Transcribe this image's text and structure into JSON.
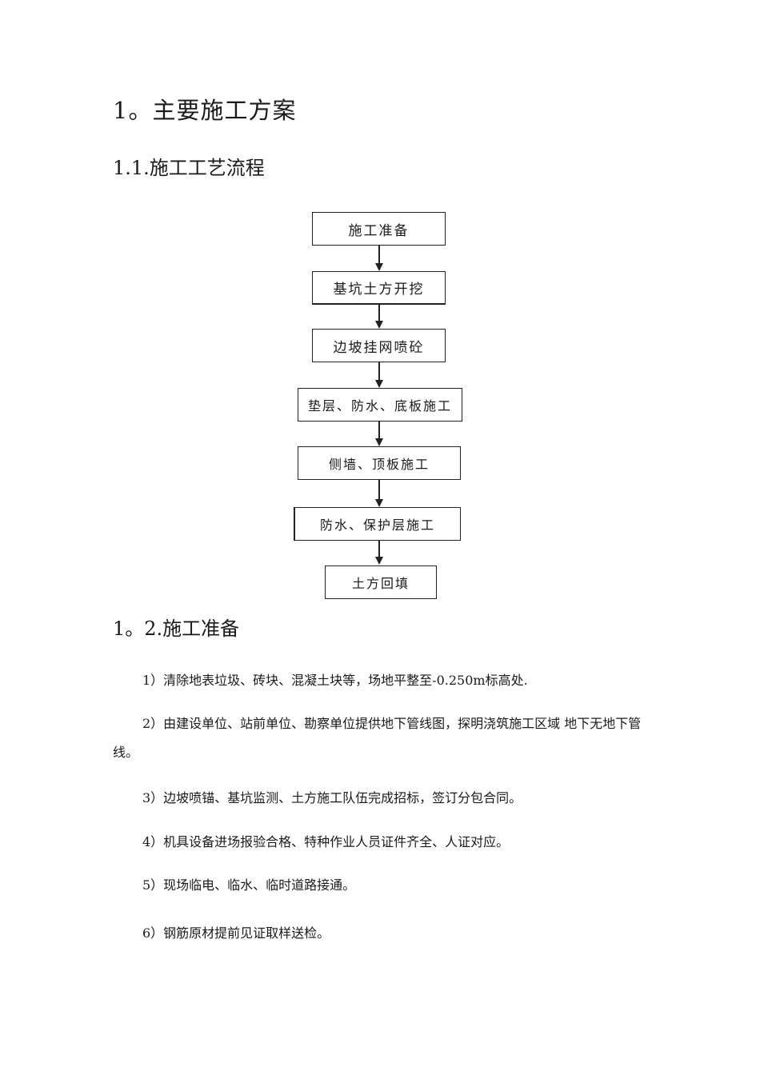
{
  "heading": "1。主要施工方案",
  "section_flow": {
    "title": "1.1.施工工艺流程"
  },
  "flowchart": {
    "steps": [
      "施工准备",
      "基坑土方开挖",
      "边坡挂网喷砼",
      "垫层、防水、底板施工",
      "侧墙、顶板施工",
      "防水、保护层施工",
      "土方回填"
    ]
  },
  "section_prep": {
    "title": "1。2.施工准备",
    "items": [
      "1）清除地表垃圾、砖块、混凝土块等，场地平整至-0.250m标高处.",
      "2）由建设单位、站前单位、勘察单位提供地下管线图，探明浇筑施工区域 地下无地下管线。",
      "3）边坡喷锚、基坑监测、土方施工队伍完成招标，签订分包合同。",
      "4）机具设备进场报验合格、特种作业人员证件齐全、人证对应。",
      "5）现场临电、临水、临时道路接通。",
      "6）钢筋原材提前见证取样送检。"
    ]
  }
}
